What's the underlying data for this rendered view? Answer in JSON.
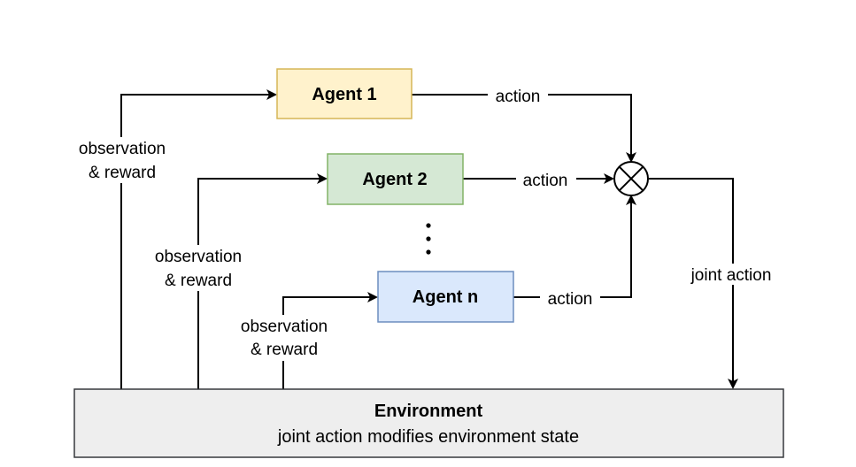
{
  "agents": [
    {
      "title": "Agent 1",
      "fill": "#fff2cc",
      "stroke": "#d6b656"
    },
    {
      "title": "Agent 2",
      "fill": "#d5e8d4",
      "stroke": "#82b366"
    },
    {
      "title": "Agent n",
      "fill": "#dae8fc",
      "stroke": "#6c8ebf"
    }
  ],
  "environment": {
    "title": "Environment",
    "subtitle": "joint action modifies environment state",
    "fill": "#eeeeee",
    "stroke": "#36393d"
  },
  "edges": {
    "action_1": "action",
    "action_2": "action",
    "action_n": "action",
    "joint_action": "joint action",
    "obs_1_line1": "observation",
    "obs_1_line2": "& reward",
    "obs_2_line1": "observation",
    "obs_2_line2": "& reward",
    "obs_n_line1": "observation",
    "obs_n_line2": "& reward"
  },
  "combiner": {
    "symbol": "tensor-product-icon"
  },
  "ellipsis_icon": "vertical-ellipsis-icon"
}
